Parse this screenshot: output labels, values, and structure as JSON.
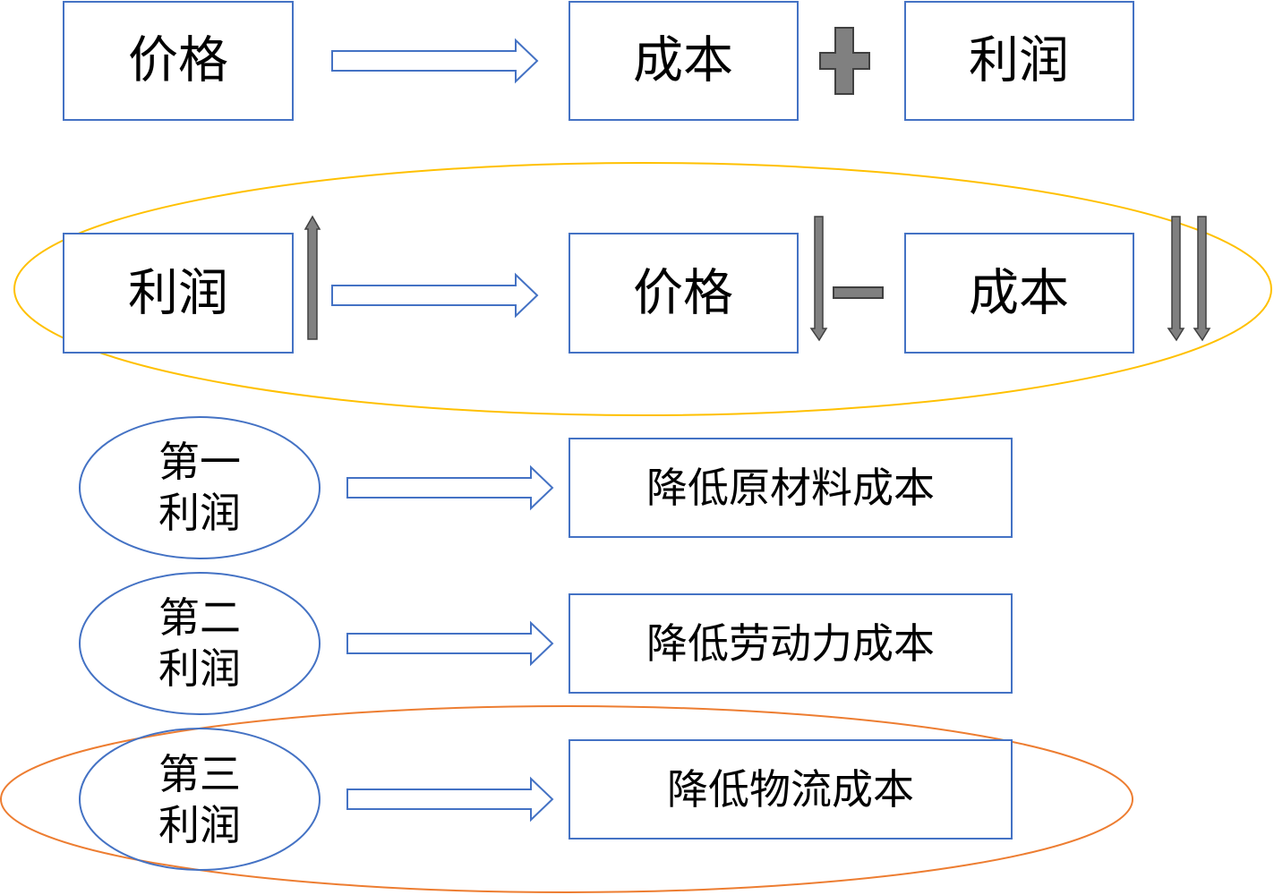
{
  "colors": {
    "box_stroke": "#4472C4",
    "arrow_stroke": "#4472C4",
    "highlight_ellipse_yellow": "#FFC000",
    "highlight_ellipse_orange": "#ED7D31",
    "operator_fill": "#808080",
    "operator_stroke": "#404040",
    "text": "#000000"
  },
  "row1": {
    "left": "价格",
    "middle": "成本",
    "right": "利润",
    "operator": "plus"
  },
  "row2": {
    "left": "利润",
    "middle": "价格",
    "right": "成本",
    "operator": "minus",
    "left_trend": "up",
    "middle_trend": "down",
    "right_trend": "double-down"
  },
  "profits": [
    {
      "line1": "第一",
      "line2": "利润",
      "target": "降低原材料成本"
    },
    {
      "line1": "第二",
      "line2": "利润",
      "target": "降低劳动力成本"
    },
    {
      "line1": "第三",
      "line2": "利润",
      "target": "降低物流成本"
    }
  ]
}
